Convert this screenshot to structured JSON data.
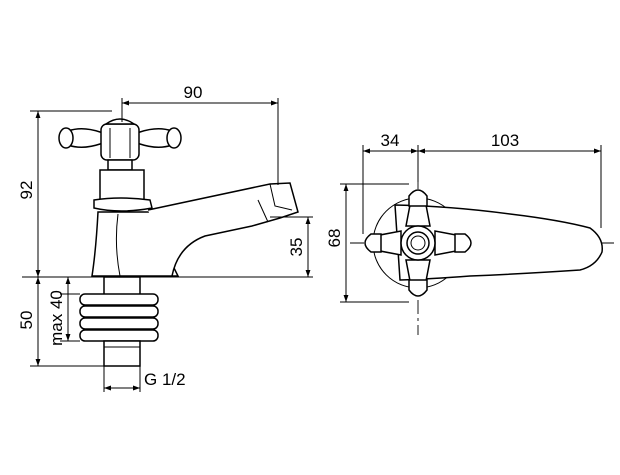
{
  "side_view": {
    "dim_width": "90",
    "dim_height": "92",
    "dim_spout_height": "35",
    "dim_shank_length": "50",
    "dim_max_thickness": "max 40",
    "thread_label": "G 1/2"
  },
  "top_view": {
    "dim_handle_offset": "34",
    "dim_spout_length": "103",
    "dim_depth": "68"
  }
}
